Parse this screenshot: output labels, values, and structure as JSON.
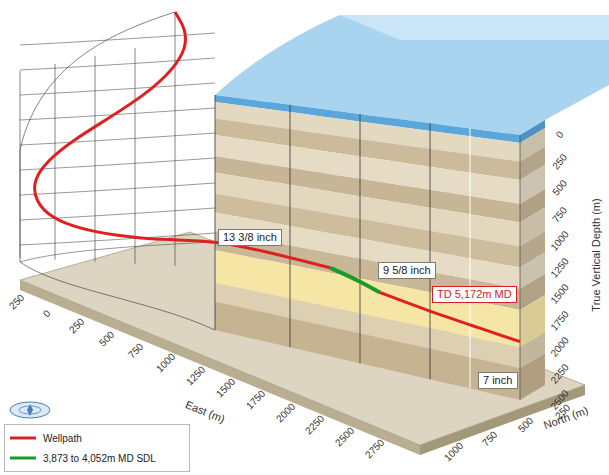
{
  "diagram": {
    "nodes": [
      {
        "text": [
          "13 3/8 inch"
        ]
      },
      {
        "text": [
          "9 5/8 inch"
        ]
      },
      {
        "text": [
          "TD 5,172m MD"
        ]
      },
      {
        "text": [
          "7 inch"
        ]
      }
    ],
    "labels": [
      "0",
      "250",
      "500",
      "750",
      "1000",
      "1250",
      "1500",
      "1750",
      "2000",
      "2250",
      "2500",
      "True Vertical Depth (m)",
      "250",
      "0",
      "250",
      "500",
      "750",
      "1000",
      "1250",
      "1500",
      "1750",
      "2000",
      "2250",
      "2500",
      "2750",
      "East (m)",
      "1000",
      "750",
      "500",
      "250",
      "North (m)"
    ],
    "legend": [
      {
        "text": "Wellpath"
      },
      {
        "text": "3,873 to 4,052m MD SDL"
      }
    ]
  }
}
